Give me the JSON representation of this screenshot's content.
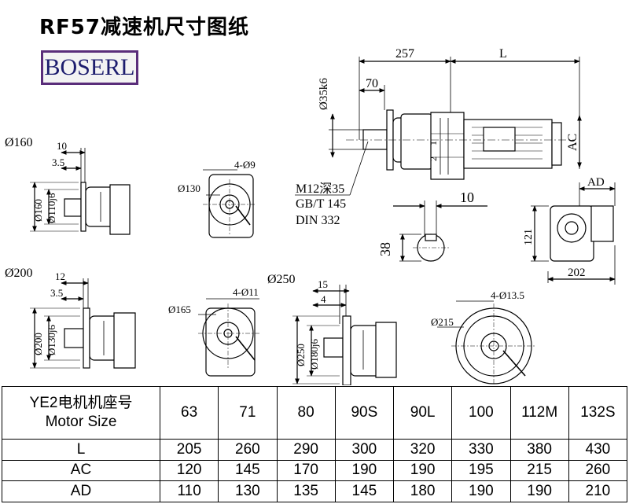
{
  "title": "RF57减速机尺寸图纸",
  "logo": "BOSERL",
  "drawing": {
    "main_view": {
      "dim_257": "257",
      "dim_L": "L",
      "dim_shaft_dia": "Ø35k6",
      "dim_70": "70",
      "dim_AC": "AC",
      "dim_1": "1",
      "dim_2": "2",
      "thread_line1": "M12深35",
      "thread_line2": "GB/T 145",
      "thread_line3": "DIN 332"
    },
    "key_view": {
      "dim_10": "10",
      "dim_38": "38"
    },
    "end_view": {
      "dim_AD": "AD",
      "dim_121": "121",
      "dim_202": "202"
    },
    "flange160": {
      "label": "Ø160",
      "dim_10": "10",
      "dim_3_5": "3.5",
      "dim_outer": "Ø160",
      "dim_inner": "Ø110j6",
      "front_pcd": "Ø130",
      "front_holes": "4-Ø9"
    },
    "flange200": {
      "label": "Ø200",
      "dim_12": "12",
      "dim_3_5": "3.5",
      "dim_outer": "Ø200",
      "dim_inner": "Ø130j6",
      "front_pcd": "Ø165",
      "front_holes": "4-Ø11"
    },
    "flange250": {
      "label": "Ø250",
      "dim_15": "15",
      "dim_4": "4",
      "dim_outer": "Ø250",
      "dim_inner": "Ø180j6",
      "front_pcd": "Ø215",
      "front_holes": "4-Ø13.5"
    }
  },
  "table": {
    "header_line1": "YE2电机机座号",
    "header_line2": "Motor Size",
    "sizes": [
      "63",
      "71",
      "80",
      "90S",
      "90L",
      "100",
      "112M",
      "132S"
    ],
    "rows": [
      {
        "label": "L",
        "values": [
          "205",
          "260",
          "290",
          "300",
          "320",
          "330",
          "380",
          "430"
        ]
      },
      {
        "label": "AC",
        "values": [
          "120",
          "145",
          "170",
          "190",
          "190",
          "195",
          "215",
          "260"
        ]
      },
      {
        "label": "AD",
        "values": [
          "110",
          "130",
          "135",
          "145",
          "180",
          "190",
          "190",
          "210"
        ]
      }
    ]
  }
}
